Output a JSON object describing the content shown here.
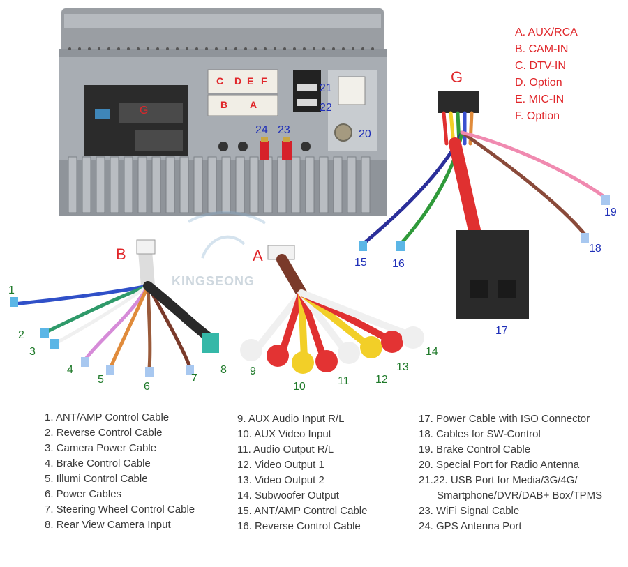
{
  "connector_letters": {
    "B": "B",
    "A": "A",
    "G": "G"
  },
  "head_unit_labels": {
    "g_port": "G",
    "cdef": [
      "C",
      "D",
      "E",
      "F"
    ],
    "ba": [
      "B",
      "A"
    ],
    "n21": "21",
    "n22": "22",
    "n20": "20",
    "n23": "23",
    "n24": "24"
  },
  "cable_numbers": {
    "n1": "1",
    "n2": "2",
    "n3": "3",
    "n4": "4",
    "n5": "5",
    "n6": "6",
    "n7": "7",
    "n8": "8",
    "n9": "9",
    "n10": "10",
    "n11": "11",
    "n12": "12",
    "n13": "13",
    "n14": "14",
    "n15": "15",
    "n16": "16",
    "n17": "17",
    "n18": "18",
    "n19": "19"
  },
  "watermark": "KINGSEONG",
  "legend_top": [
    "A. AUX/RCA",
    "B. CAM-IN",
    "C. DTV-IN",
    "D. Option",
    "E. MIC-IN",
    "F. Option"
  ],
  "list_col1": [
    "1. ANT/AMP Control Cable",
    "2. Reverse Control Cable",
    "3. Camera Power Cable",
    "4. Brake Control Cable",
    "5. Illumi Control Cable",
    "6. Power Cables",
    "7. Steering Wheel Control Cable",
    "8. Rear View Camera Input"
  ],
  "list_col2": [
    "9. AUX Audio Input R/L",
    "10. AUX Video Input",
    "11. Audio Output R/L",
    "12. Video Output 1",
    "13. Video Output 2",
    "14. Subwoofer Output",
    "15. ANT/AMP Control Cable",
    "16. Reverse Control Cable"
  ],
  "list_col3": [
    "17. Power Cable with ISO Connector",
    "18. Cables for SW-Control",
    "19. Brake Control Cable",
    "20. Special Port for Radio Antenna",
    "21.22. USB Port for Media/3G/4G/",
    "Smartphone/DVR/DAB+ Box/TPMS",
    "23. WiFi Signal Cable",
    "24. GPS Antenna Port"
  ]
}
